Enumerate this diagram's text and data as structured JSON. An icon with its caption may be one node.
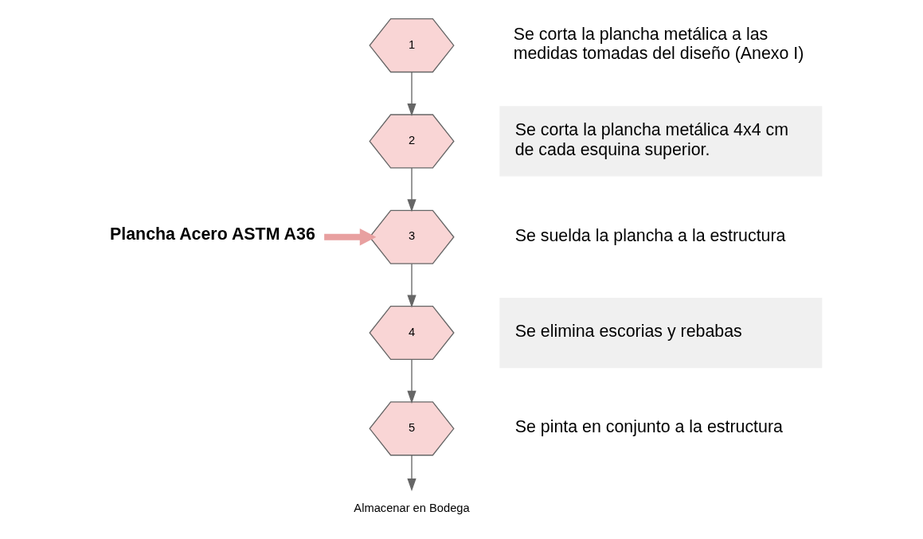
{
  "diagram": {
    "nodes": [
      {
        "text": [
          "1"
        ],
        "beside": [
          "Se corta la plancha metálica a las medidas tomadas del diseño (Anexo I)"
        ]
      },
      {
        "text": [
          "2"
        ],
        "beside": [
          "Se corta la plancha metálica 4x4 cm de cada esquina superior."
        ]
      },
      {
        "text": [
          "3"
        ],
        "beside": [
          "Se suelda la plancha a la estructura"
        ]
      },
      {
        "text": [
          "4"
        ],
        "beside": [
          "Se elimina escorias y rebabas"
        ]
      },
      {
        "text": [
          "5"
        ],
        "beside": [
          "Se pinta en conjunto a la estructura"
        ]
      },
      {
        "text": [
          "Plancha Acero ASTM A36"
        ]
      },
      {
        "text": [
          "Almacenar en Bodega"
        ]
      }
    ],
    "edges": [
      {
        "from": 0,
        "to": 1,
        "arrow": "to"
      },
      {
        "from": 1,
        "to": 2,
        "arrow": "to"
      },
      {
        "from": 2,
        "to": 3,
        "arrow": "to"
      },
      {
        "from": 3,
        "to": 4,
        "arrow": "to"
      },
      {
        "from": 4,
        "to": 6,
        "arrow": "to"
      },
      {
        "from": 5,
        "to": 2,
        "arrow": "to",
        "style": "thick",
        "color": "#e8a0a0"
      }
    ]
  }
}
